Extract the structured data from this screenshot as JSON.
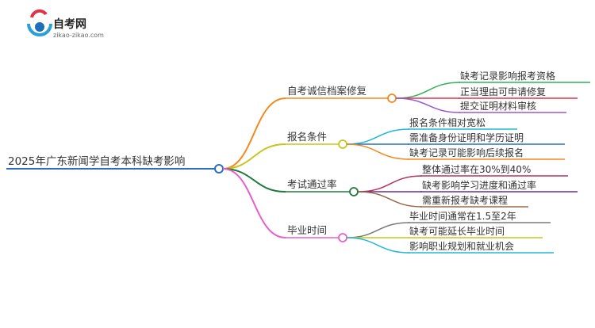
{
  "logo": {
    "name": "自考网",
    "domain": "zikao-zikao.com"
  },
  "mindmap": {
    "root": "2025年广东新闻学自考本科缺考影响",
    "branches": [
      {
        "label": "自考诚信档案修复",
        "color": "#f28a1e",
        "children": [
          {
            "label": "缺考记录影响报考资格",
            "color": "#2db35a"
          },
          {
            "label": "正当理由可申请修复",
            "color": "#e0334a"
          },
          {
            "label": "提交证明材料审核",
            "color": "#9b59d0"
          }
        ]
      },
      {
        "label": "报名条件",
        "color": "#c9c41f",
        "children": [
          {
            "label": "报名条件相对宽松",
            "color": "#22b8d9"
          },
          {
            "label": "需准备身份证明和学历证明",
            "color": "#2a6fc4"
          },
          {
            "label": "缺考记录可能影响后续报名",
            "color": "#f28a1e"
          }
        ]
      },
      {
        "label": "考试通过率",
        "color": "#1f7a3c",
        "children": [
          {
            "label": "整体通过率在30%到40%",
            "color": "#b8325a"
          },
          {
            "label": "缺考影响学习进度和通过率",
            "color": "#6b2f8f"
          },
          {
            "label": "需重新报考缺考课程",
            "color": "#9a6b4a"
          }
        ]
      },
      {
        "label": "毕业时间",
        "color": "#e85fc9",
        "children": [
          {
            "label": "毕业时间通常在1.5至2年",
            "color": "#7a7a7a"
          },
          {
            "label": "缺考可能延长毕业时间",
            "color": "#c9c41f"
          },
          {
            "label": "影响职业规划和就业机会",
            "color": "#22b8d9"
          }
        ]
      }
    ]
  }
}
